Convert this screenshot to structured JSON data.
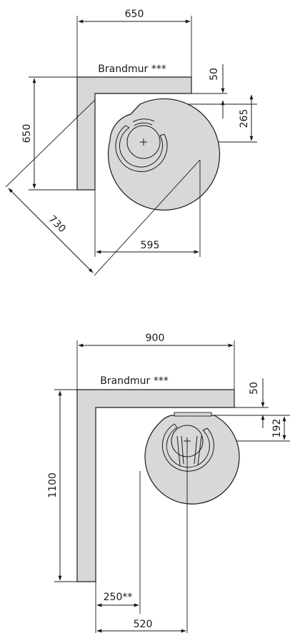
{
  "top_diagram": {
    "wall_label": "Brandmur ***",
    "dim_width": "650",
    "dim_height": "650",
    "dim_wall_gap": "50",
    "dim_center_offset": "265",
    "dim_diagonal": "730",
    "dim_depth": "595"
  },
  "bottom_diagram": {
    "wall_label": "Brandmur ***",
    "dim_width": "900",
    "dim_height": "1100",
    "dim_wall_gap": "50",
    "dim_center_offset": "192",
    "dim_side_gap": "250**",
    "dim_center_side": "520"
  },
  "colors": {
    "wall_fill": "#d7d8d9",
    "stove_fill": "#d7d8d9",
    "line": "#1a1a1a"
  }
}
